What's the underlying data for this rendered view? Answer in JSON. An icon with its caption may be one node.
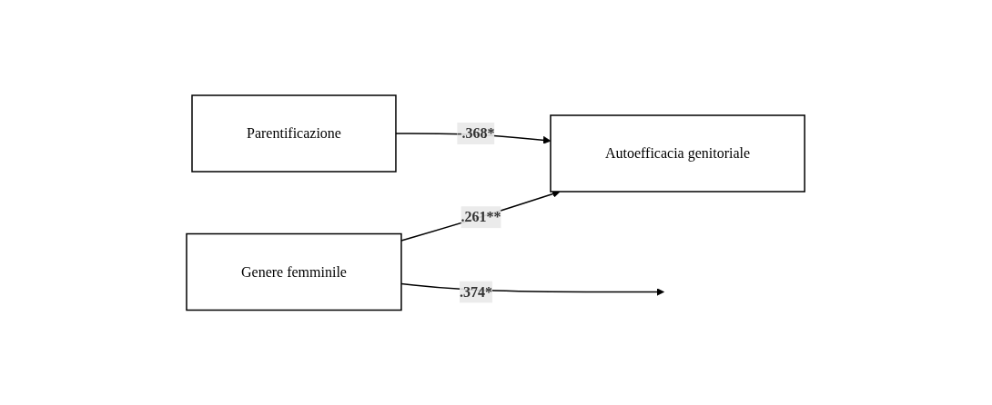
{
  "diagram": {
    "nodes": [
      {
        "text": [
          "Genere femminile"
        ]
      },
      {
        "text": [
          "Parentificazione"
        ]
      },
      {
        "text": [
          "Autoefficacia genitoriale"
        ]
      }
    ],
    "edges": [
      {
        "from": 0,
        "to": 2,
        "arrow": "to",
        "label": ".261**"
      },
      {
        "from": 0,
        "to": null,
        "arrow": "to",
        "label": ".374*"
      },
      {
        "from": 1,
        "to": 2,
        "arrow": "to",
        "label": "-.368*"
      }
    ]
  }
}
